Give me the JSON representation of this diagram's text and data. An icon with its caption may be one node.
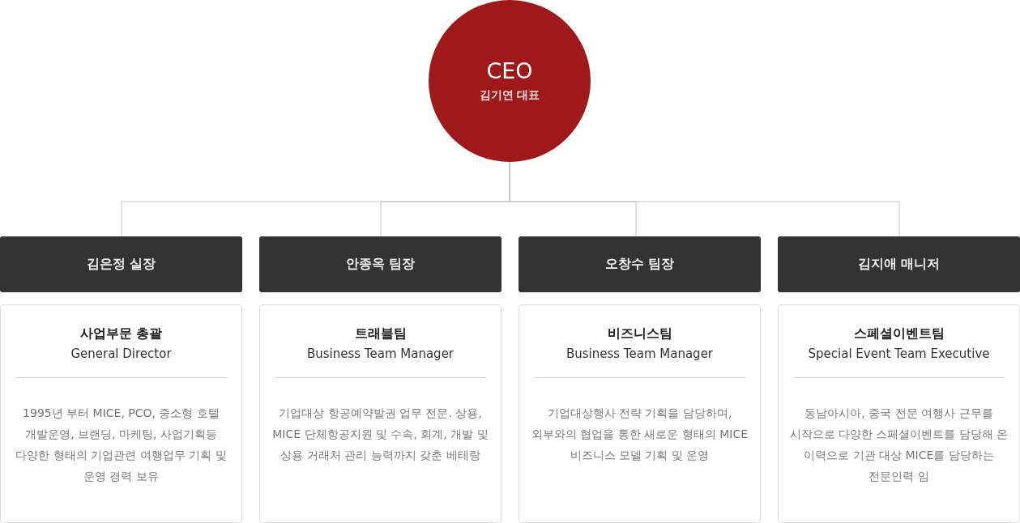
{
  "diagram": {
    "nodes": [
      {
        "text": [
          "CEO",
          "김기연 대표"
        ]
      },
      {
        "text": [
          "김은정 실장"
        ]
      },
      {
        "text": [
          "안종옥 팀장"
        ]
      },
      {
        "text": [
          "오창수 팀장"
        ]
      },
      {
        "text": [
          "김지애 매니저"
        ]
      },
      {
        "text": [
          "사업부문 총괄",
          "General Director",
          "1995년 부터 MICE, PCO, 중소형 호텔 개발운영, 브랜딩, 마케팅, 사업기획등 다양한 형태의 기업관련 여행업무 기획 및 운영 경력 보유"
        ]
      },
      {
        "text": [
          "트래블팀",
          "Business Team Manager",
          "기업대상 항공예약발권 업무 전문. 상용, MICE 단체항공지원 및 수속, 회계, 개발 및 상용 거래처 관리 능력까지 갖춘 베테랑"
        ]
      },
      {
        "text": [
          "비즈니스팀",
          "Business Team Manager",
          "기업대상행사 전략 기획을 담당하며, 외부와의 협업을 통한 새로운 형태의 MICE 비즈니스 모델 기획 및 운영"
        ]
      },
      {
        "text": [
          "스페셜이벤트팀",
          "Special Event Team Executive",
          "동남아시아, 중국 전문 여행사 근무를 시작으로 다양한 스페셜이벤트를 담당해 온 이력으로 기관 대상 MICE를 담당하는 전문인력 임"
        ]
      }
    ],
    "edges": [
      {
        "from": 0,
        "to": 1,
        "arrow": "none"
      },
      {
        "from": 0,
        "to": 2,
        "arrow": "none"
      },
      {
        "from": 0,
        "to": 3,
        "arrow": "none"
      },
      {
        "from": 0,
        "to": 4,
        "arrow": "none"
      }
    ]
  }
}
